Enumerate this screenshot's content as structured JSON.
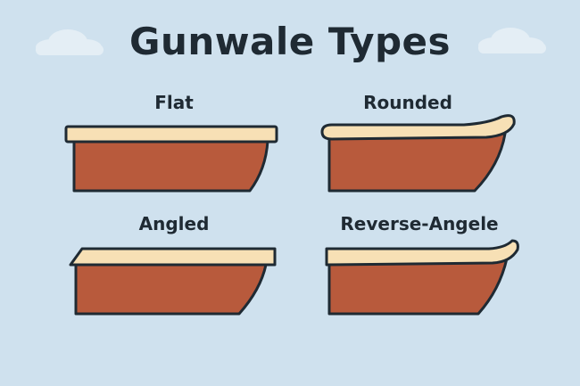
{
  "title": "Gunwale Types",
  "colors": {
    "background": "#cfe1ee",
    "hull": "#b85a3c",
    "gunwale_cap": "#f7e0b5",
    "outline": "#1f2a33",
    "cloud": "#e4eef5"
  },
  "gunwale_types": [
    {
      "label": "Flat"
    },
    {
      "label": "Rounded"
    },
    {
      "label": "Angled"
    },
    {
      "label": "Reverse-Angele"
    }
  ]
}
